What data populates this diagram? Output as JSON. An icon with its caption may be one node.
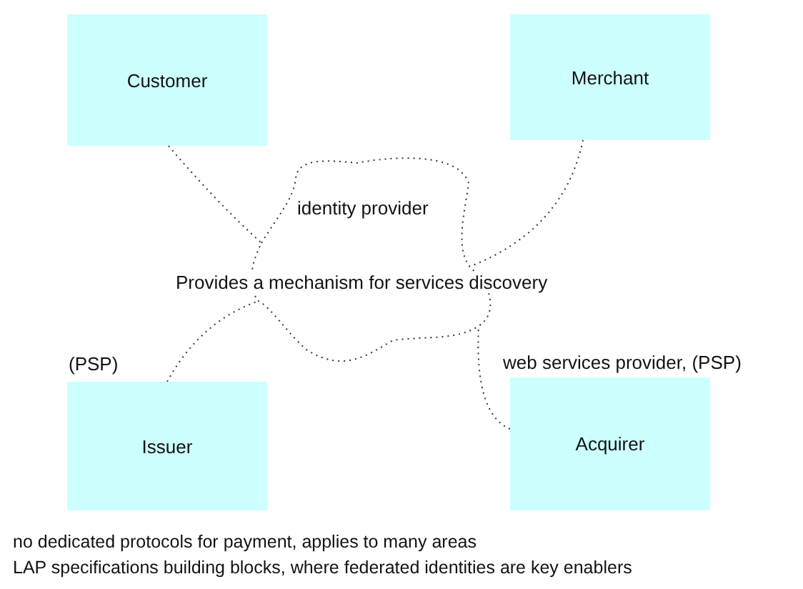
{
  "diagram": {
    "nodes": [
      {
        "text": [
          "Customer"
        ]
      },
      {
        "text": [
          "Merchant"
        ]
      },
      {
        "text": [
          "identity provider",
          "Provides a mechanism for services discovery"
        ]
      },
      {
        "text": [
          "Issuer"
        ],
        "beside": [
          "(PSP)"
        ]
      },
      {
        "text": [
          "Acquirer"
        ],
        "beside": [
          "web services provider, (PSP)"
        ]
      }
    ],
    "edges": [
      {
        "from": 0,
        "to": 2,
        "arrow": "none"
      },
      {
        "from": 1,
        "to": 2,
        "arrow": "none"
      },
      {
        "from": 3,
        "to": 2,
        "arrow": "none"
      },
      {
        "from": 4,
        "to": 2,
        "arrow": "none"
      }
    ],
    "labels": [
      "no dedicated protocols for payment, applies to many areas",
      "LAP specifications building blocks, where federated identities are key enablers"
    ]
  }
}
